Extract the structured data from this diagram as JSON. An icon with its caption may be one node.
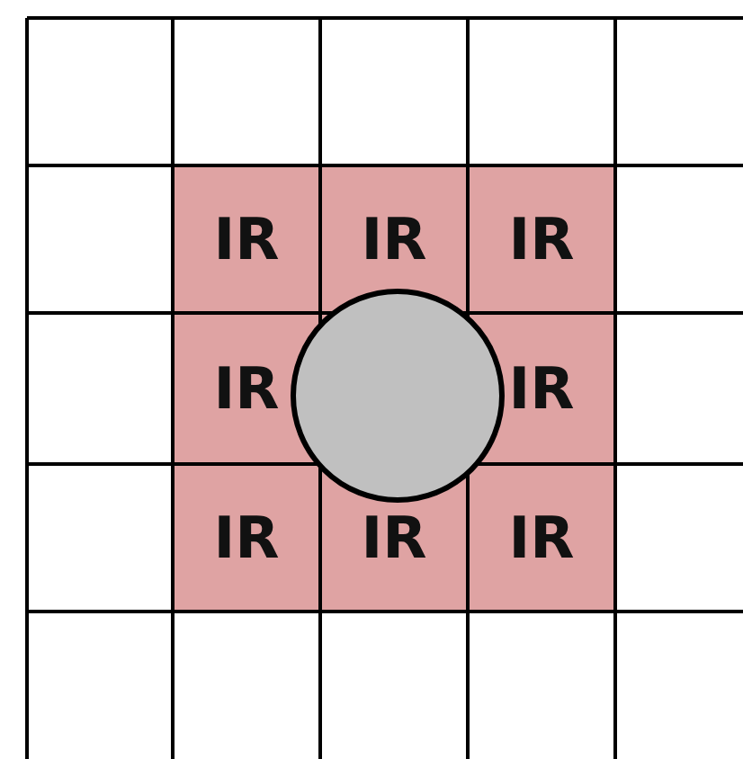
{
  "diagram": {
    "nodes": [
      {
        "text": [
          "IR"
        ]
      },
      {
        "text": [
          "IR"
        ]
      },
      {
        "text": [
          "IR"
        ]
      },
      {
        "text": [
          "IR"
        ]
      },
      {
        "text": [],
        "shape": "circle"
      },
      {
        "text": [
          "IR"
        ]
      },
      {
        "text": [
          "IR"
        ]
      },
      {
        "text": [
          "IR"
        ]
      },
      {
        "text": [
          "IR"
        ]
      }
    ]
  }
}
